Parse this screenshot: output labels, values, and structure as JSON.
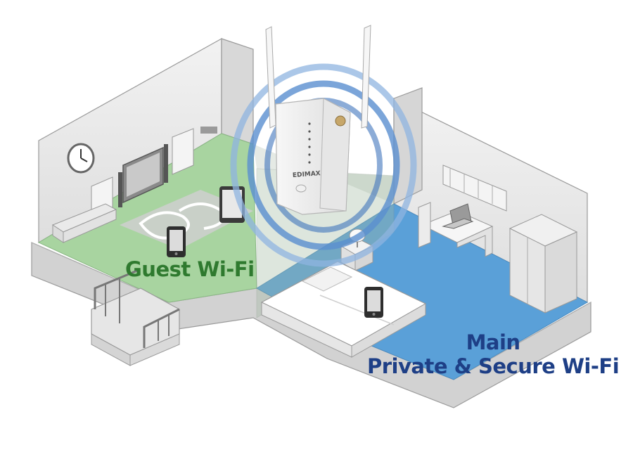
{
  "labels": {
    "guest_network": "Guest Wi-Fi",
    "main_network_line1": "Main",
    "main_network_line2": "Private & Secure Wi-Fi"
  },
  "device": {
    "brand": "EDIMAX"
  },
  "colors": {
    "guest_floor": "#a8d4a0",
    "main_floor": "#5aa0d8",
    "guest_text": "#2f7a2f",
    "main_text": "#1e3f86",
    "wifi_rings": "#5a8fd0",
    "walls": "#e4e4e4",
    "wall_outline": "#9a9a9a"
  },
  "icons": [
    "wall-clock-icon",
    "tv-icon",
    "tablet-icon",
    "smartphone-icon",
    "laptop-icon",
    "lamp-icon",
    "bed-icon",
    "wardrobe-icon",
    "wifi-extender-icon",
    "wifi-signal-icon"
  ]
}
